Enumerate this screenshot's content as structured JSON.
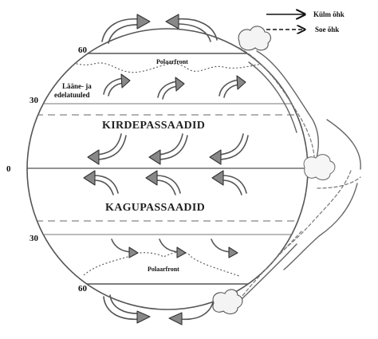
{
  "legend": {
    "cold_current": "Külm õhk",
    "warm_current": "Soe õhk"
  },
  "latitudes": {
    "n60": "60",
    "n30": "30",
    "eq": "0",
    "s30": "30",
    "s60": "60"
  },
  "labels": {
    "polar_front_north": "Polaarfront",
    "polar_front_south": "Polaarfront",
    "westerlies_line1": "Lääne- ja",
    "westerlies_line2": "edelatuuled",
    "ne_trades": "KIRDEPASSAADID",
    "se_trades": "KAGUPASSAADID"
  },
  "icons": {
    "wind_arrow": "curved-hollow-arrow",
    "cold_legend_arrow": "solid-arrow",
    "warm_legend_arrow": "dashed-arrow",
    "cloud": "cloud"
  }
}
